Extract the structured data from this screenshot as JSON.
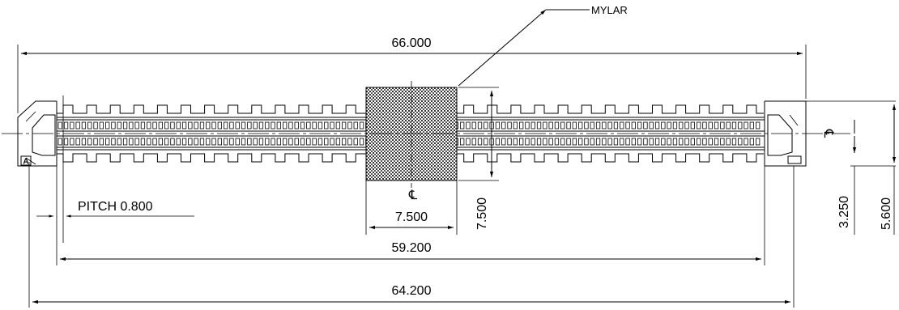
{
  "labels": {
    "mylar": "MYLAR",
    "pitch": "PITCH 0.800",
    "centerline": "℄",
    "pin_a": "A"
  },
  "dimensions": {
    "overall_length": "66.000",
    "body_length": "64.200",
    "contact_span": "59.200",
    "mylar_width": "7.500",
    "mylar_height": "7.500",
    "half_width": "3.250",
    "total_width": "5.600"
  },
  "colors": {
    "line": "#000000",
    "background": "#ffffff"
  }
}
